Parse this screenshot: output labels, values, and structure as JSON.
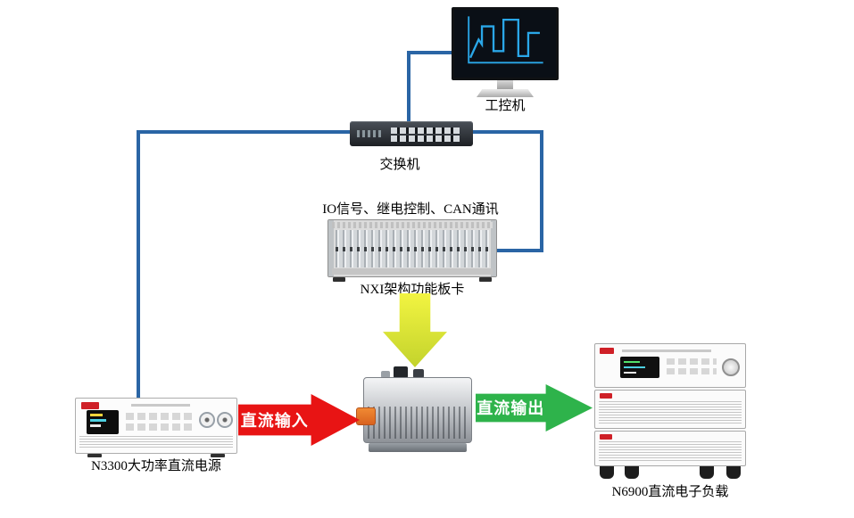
{
  "nodes": {
    "ipc": {
      "label": "工控机"
    },
    "switch": {
      "label": "交换机"
    },
    "nxi": {
      "label": "NXI架构功能板卡",
      "bus_note": "IO信号、继电控制、CAN通讯"
    },
    "psu": {
      "label": "N3300大功率直流电源"
    },
    "load": {
      "label": "N6900直流电子负载"
    }
  },
  "flows": {
    "dc_input": {
      "label": "直流输入"
    },
    "dc_output": {
      "label": "直流输出"
    }
  },
  "colors": {
    "line": "#2a65a5",
    "dc_in": "#e81414",
    "dc_out": "#2eb34b",
    "down_arrow_top": "#f2f441",
    "down_arrow_bottom": "#c3d32c",
    "chart": "#2aa7e8"
  }
}
